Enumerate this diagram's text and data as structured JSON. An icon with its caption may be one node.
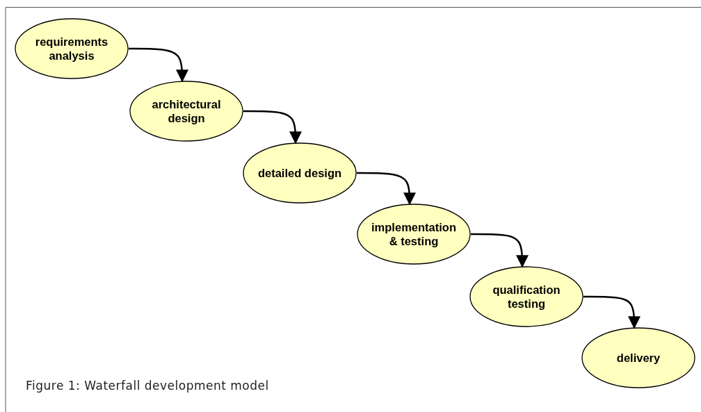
{
  "diagram": {
    "caption": "Figure 1: Waterfall development model",
    "nodes": [
      {
        "text": [
          "requirements analysis"
        ]
      },
      {
        "text": [
          "architectural design"
        ]
      },
      {
        "text": [
          "detailed design"
        ]
      },
      {
        "text": [
          "implementation & testing"
        ]
      },
      {
        "text": [
          "qualification testing"
        ]
      },
      {
        "text": [
          "delivery"
        ]
      }
    ],
    "edges": [
      {
        "from": 0,
        "to": 1,
        "arrow": "to"
      },
      {
        "from": 1,
        "to": 2,
        "arrow": "to"
      },
      {
        "from": 2,
        "to": 3,
        "arrow": "to"
      },
      {
        "from": 3,
        "to": 4,
        "arrow": "to"
      },
      {
        "from": 4,
        "to": 5,
        "arrow": "to"
      }
    ]
  }
}
